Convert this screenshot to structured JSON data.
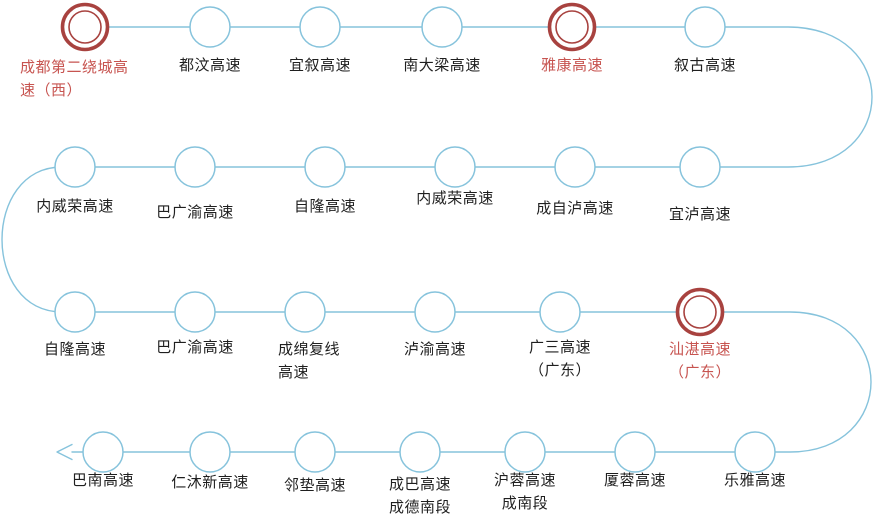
{
  "page": {
    "background": "#ffffff"
  },
  "diagram": {
    "type": "snake-flow",
    "end_arrow": "left",
    "colors": {
      "line": "#86c3dc",
      "node_ring": "#86c3dc",
      "highlight_ring": "#a8423f",
      "label": "#1f1f1f",
      "highlight_label": "#c75450"
    },
    "rows": [
      {
        "nodes": [
          {
            "label": "成都第二绕城高\n速（西）",
            "highlighted": true
          },
          {
            "label": "都汶高速",
            "highlighted": false
          },
          {
            "label": "宜叙高速",
            "highlighted": false
          },
          {
            "label": "南大梁高速",
            "highlighted": false
          },
          {
            "label": "雅康高速",
            "highlighted": true
          },
          {
            "label": "叙古高速",
            "highlighted": false
          }
        ]
      },
      {
        "nodes": [
          {
            "label": "内威荣高速",
            "highlighted": false
          },
          {
            "label": "巴广渝高速",
            "highlighted": false
          },
          {
            "label": "自隆高速",
            "highlighted": false
          },
          {
            "label": "内威荣高速",
            "highlighted": false
          },
          {
            "label": "成自泸高速",
            "highlighted": false
          },
          {
            "label": "宜泸高速",
            "highlighted": false
          }
        ]
      },
      {
        "nodes": [
          {
            "label": "自隆高速",
            "highlighted": false
          },
          {
            "label": "巴广渝高速",
            "highlighted": false
          },
          {
            "label": "成绵复线\n高速",
            "highlighted": false
          },
          {
            "label": "泸渝高速",
            "highlighted": false
          },
          {
            "label": "广三高速\n（广东）",
            "highlighted": false
          },
          {
            "label": "汕湛高速\n（广东）",
            "highlighted": true
          }
        ]
      },
      {
        "nodes": [
          {
            "label": "巴南高速",
            "highlighted": false
          },
          {
            "label": "仁沐新高速",
            "highlighted": false
          },
          {
            "label": "邻垫高速",
            "highlighted": false
          },
          {
            "label": "成巴高速\n成德南段",
            "highlighted": false
          },
          {
            "label": "沪蓉高速\n成南段",
            "highlighted": false
          },
          {
            "label": "厦蓉高速",
            "highlighted": false
          },
          {
            "label": "乐雅高速",
            "highlighted": false
          }
        ]
      }
    ]
  }
}
